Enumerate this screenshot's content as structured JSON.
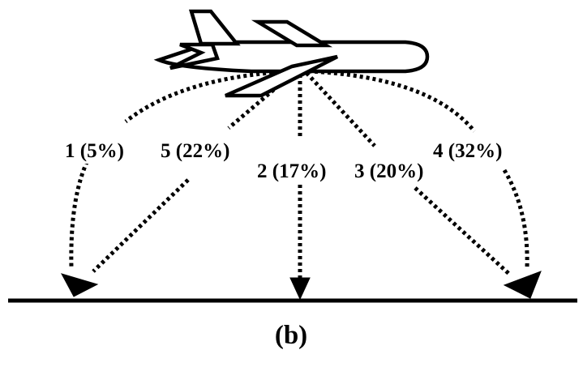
{
  "diagram": {
    "paths": [
      {
        "id": "1",
        "label": "1 (5%)"
      },
      {
        "id": "5",
        "label": "5 (22%)"
      },
      {
        "id": "2",
        "label": "2 (17%)"
      },
      {
        "id": "3",
        "label": "3 (20%)"
      },
      {
        "id": "4",
        "label": "4 (32%)"
      }
    ],
    "caption": "(b)",
    "icons": {
      "aircraft": "airplane-icon",
      "surface": "ground-line"
    },
    "colors": {
      "stroke": "#000000",
      "background": "#ffffff"
    }
  }
}
